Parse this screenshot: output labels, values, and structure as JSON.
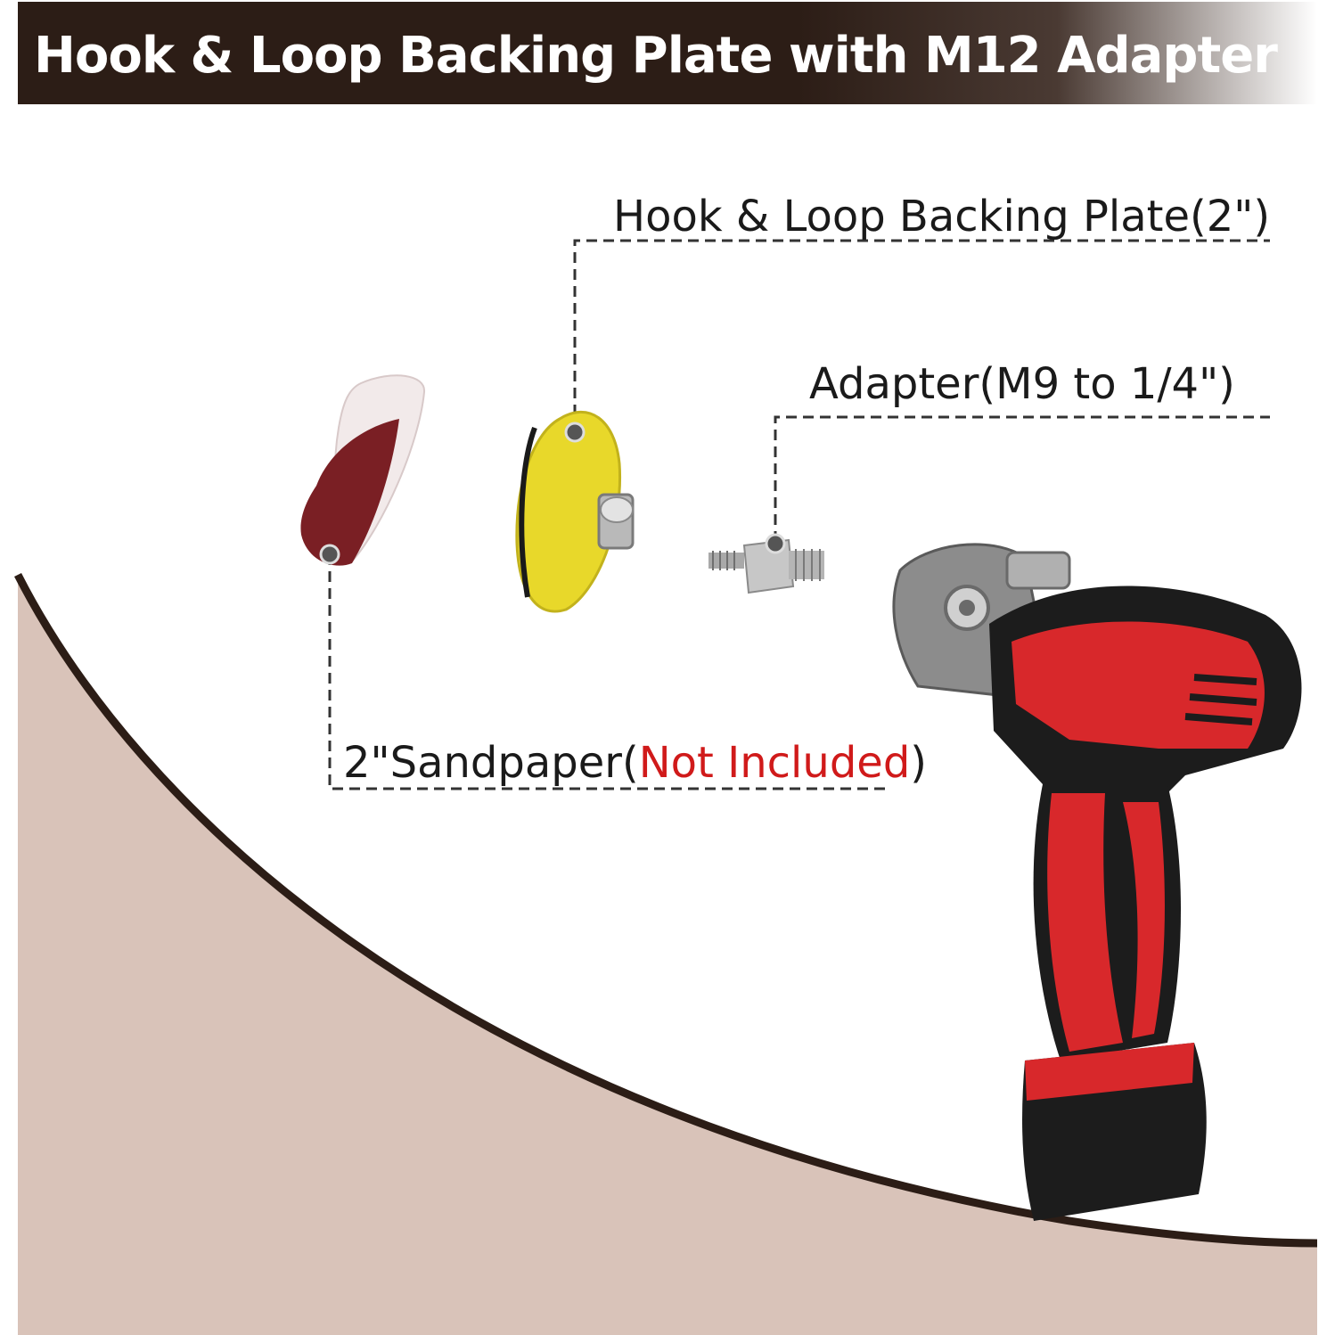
{
  "title": "Hook & Loop Backing Plate with M12 Adapter",
  "callouts": {
    "backing_plate": "Hook & Loop Backing Plate(2\")",
    "adapter": "Adapter(M9 to 1/4\")",
    "sandpaper_prefix": "2\"Sandpaper(",
    "sandpaper_note": "Not Included",
    "sandpaper_suffix": ")"
  },
  "colors": {
    "title_bar": "#2c1d16",
    "swoosh_dark": "#2c1d16",
    "swoosh_fill": "#d9c3b9",
    "note_red": "#d01a1a",
    "backing_plate_yellow": "#e8d82a",
    "sandpaper_maroon": "#7a1f24",
    "tool_red": "#d8282b",
    "tool_black": "#1c1c1c"
  },
  "icons": {
    "sandpaper": "sandpaper-disc-icon",
    "backing_plate": "backing-plate-icon",
    "adapter": "threaded-adapter-icon",
    "tool": "cordless-grinder-icon"
  }
}
